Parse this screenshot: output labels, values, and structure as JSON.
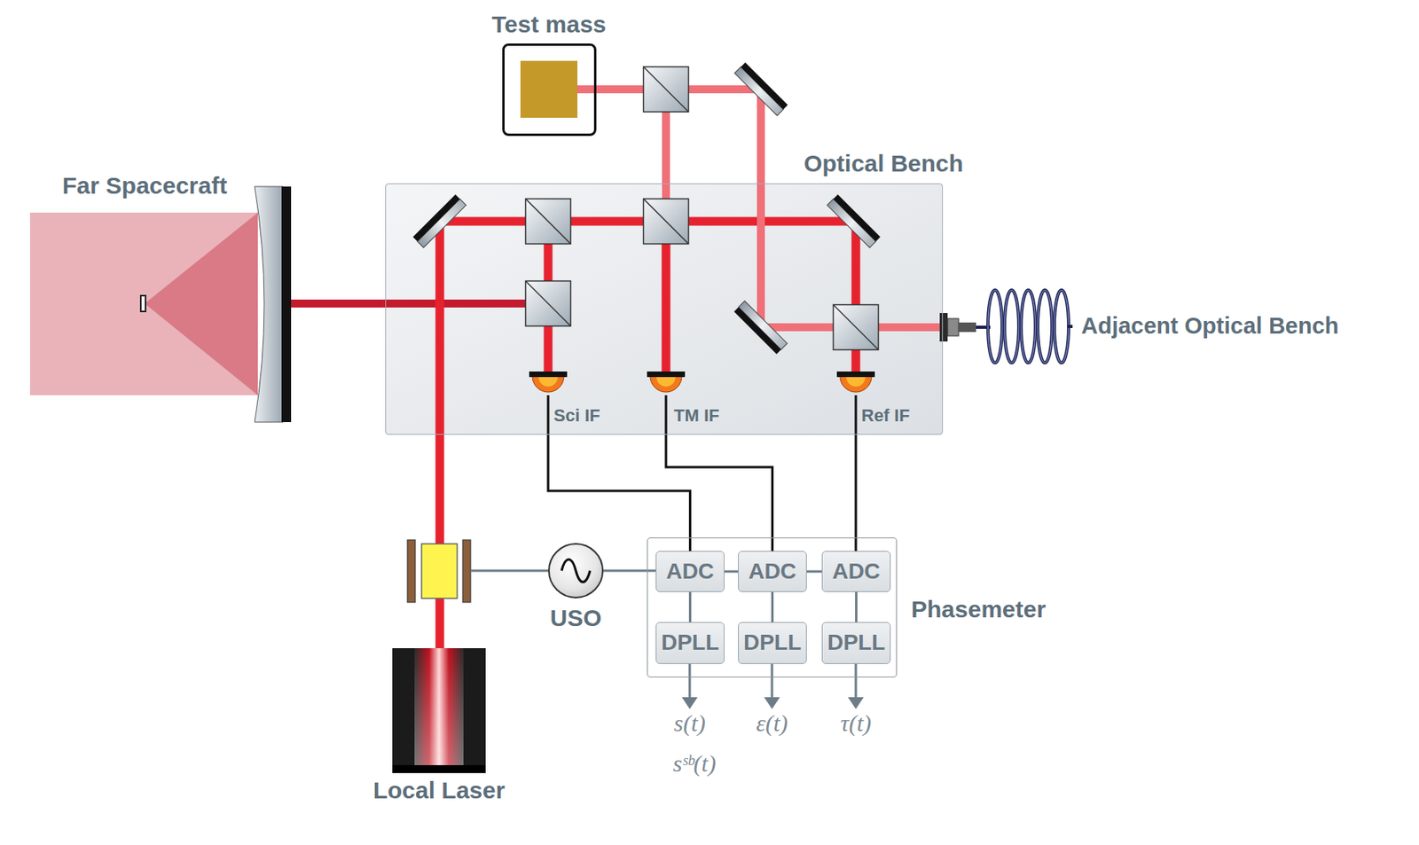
{
  "diagram": {
    "nodes": [
      {
        "text": [
          "Test mass"
        ]
      },
      {
        "text": [
          "Far Spacecraft"
        ]
      },
      {
        "text": [
          "Optical Bench"
        ]
      },
      {
        "text": [
          "Sci IF"
        ],
        "in": 2
      },
      {
        "text": [
          "TM IF"
        ],
        "in": 2
      },
      {
        "text": [
          "Ref IF"
        ],
        "in": 2
      },
      {
        "text": [
          "USO"
        ]
      },
      {
        "text": [
          "Phasemeter"
        ]
      },
      {
        "text": [
          "ADC"
        ],
        "in": 7
      },
      {
        "text": [
          "ADC"
        ],
        "in": 7
      },
      {
        "text": [
          "ADC"
        ],
        "in": 7
      },
      {
        "text": [
          "DPLL"
        ],
        "in": 7
      },
      {
        "text": [
          "DPLL"
        ],
        "in": 7
      },
      {
        "text": [
          "DPLL"
        ],
        "in": 7
      },
      {
        "text": [
          "Local Laser"
        ]
      }
    ],
    "edges": [
      {
        "from": 3,
        "to": 8,
        "arrow": "none"
      },
      {
        "from": 4,
        "to": 9,
        "arrow": "none"
      },
      {
        "from": 5,
        "to": 10,
        "arrow": "none"
      },
      {
        "from": 6,
        "to": 8,
        "arrow": "none"
      },
      {
        "from": 8,
        "to": 9,
        "arrow": "none"
      },
      {
        "from": 9,
        "to": 10,
        "arrow": "none"
      },
      {
        "from": 8,
        "to": 11,
        "arrow": "none"
      },
      {
        "from": 9,
        "to": 12,
        "arrow": "none"
      },
      {
        "from": 10,
        "to": 13,
        "arrow": "none"
      }
    ],
    "labels": [
      "Adjacent Optical Bench",
      "s(t)",
      "sˢᵇ(t)",
      "ε(t)",
      "τ(t)"
    ]
  }
}
